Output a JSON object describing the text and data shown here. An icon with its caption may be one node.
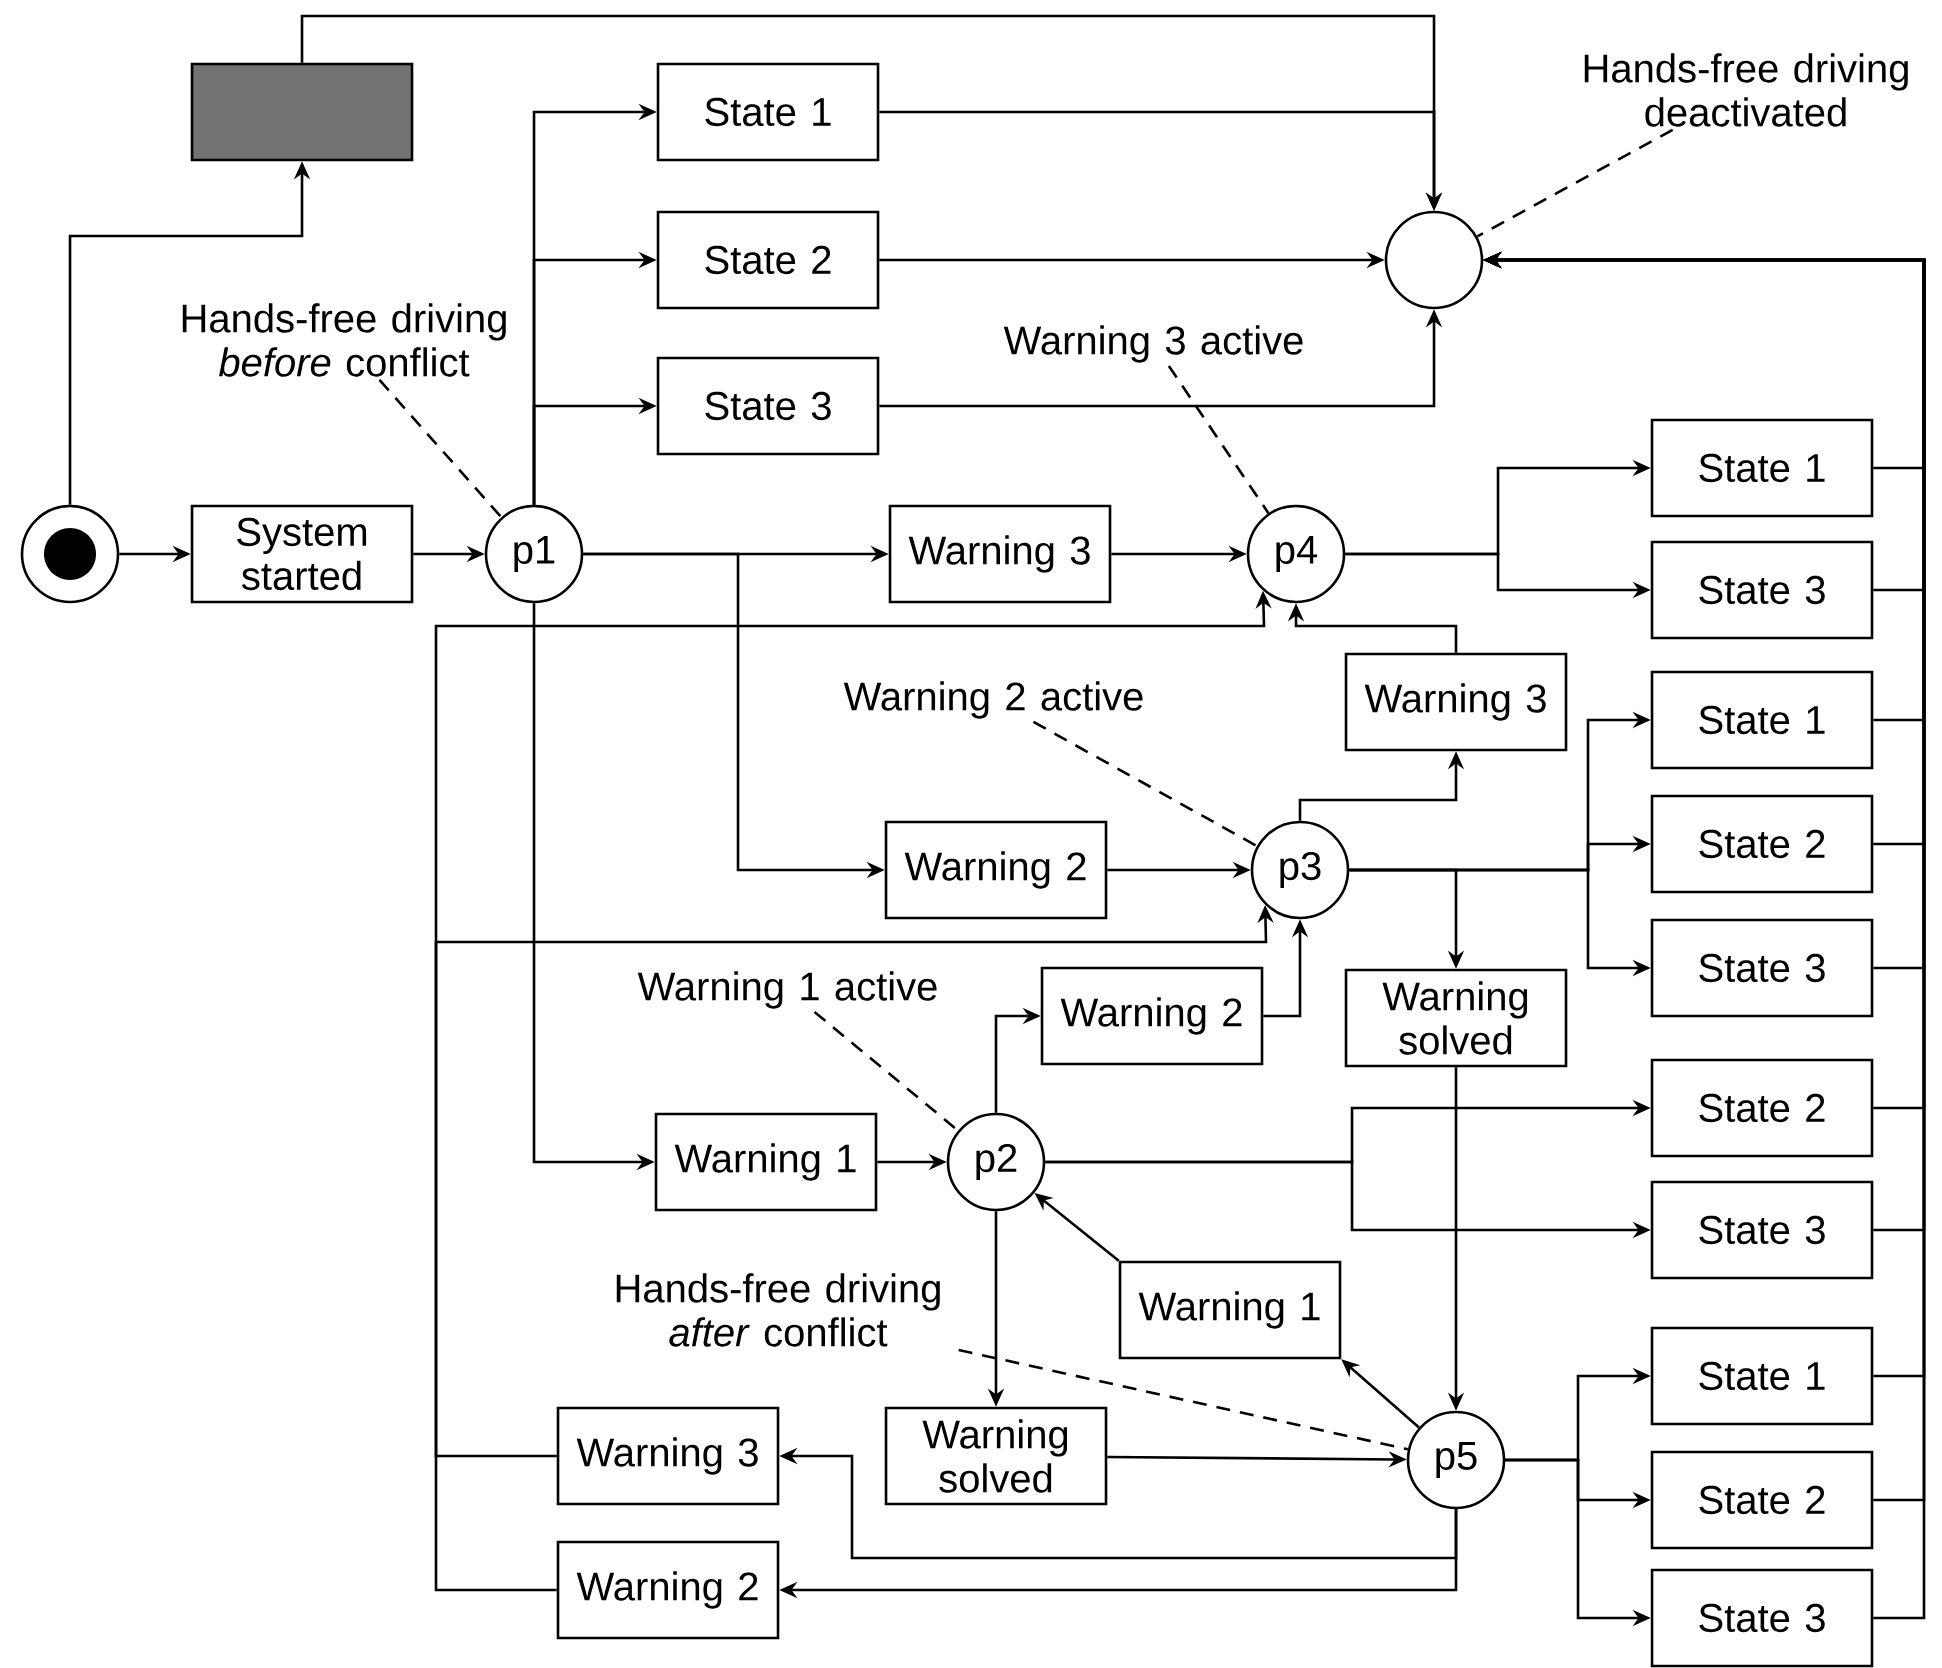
{
  "diagram": {
    "nodes": [
      {
        "text": [],
        "shape": "circle"
      },
      {
        "text": [],
        "shape": "box"
      },
      {
        "text": [
          "System started"
        ]
      },
      {
        "text": [
          "p1"
        ]
      },
      {
        "text": [
          "State 1"
        ]
      },
      {
        "text": [
          "State 2"
        ]
      },
      {
        "text": [
          "State 3"
        ]
      },
      {
        "text": [],
        "shape": "circle"
      },
      {
        "text": [
          "Warning 3"
        ]
      },
      {
        "text": [
          "p4"
        ]
      },
      {
        "text": [
          "State 1"
        ]
      },
      {
        "text": [
          "State 3"
        ]
      },
      {
        "text": [
          "Warning 3"
        ]
      },
      {
        "text": [
          "Warning 2"
        ]
      },
      {
        "text": [
          "p3"
        ]
      },
      {
        "text": [
          "State 1"
        ]
      },
      {
        "text": [
          "State 2"
        ]
      },
      {
        "text": [
          "State 3"
        ]
      },
      {
        "text": [
          "Warning solved"
        ]
      },
      {
        "text": [
          "Warning 2"
        ]
      },
      {
        "text": [
          "Warning 1"
        ]
      },
      {
        "text": [
          "p2"
        ]
      },
      {
        "text": [
          "State 2"
        ]
      },
      {
        "text": [
          "State 3"
        ]
      },
      {
        "text": [
          "Warning 1"
        ]
      },
      {
        "text": [
          "Warning solved"
        ]
      },
      {
        "text": [
          "p5"
        ]
      },
      {
        "text": [
          "State 1"
        ]
      },
      {
        "text": [
          "State 2"
        ]
      },
      {
        "text": [
          "State 3"
        ]
      },
      {
        "text": [
          "Warning 3"
        ]
      },
      {
        "text": [
          "Warning 2"
        ]
      },
      {
        "text": [
          "Hands-free driving *before* conflict"
        ]
      },
      {
        "text": [
          "Hands-free driving deactivated"
        ]
      },
      {
        "text": [
          "Warning 3 active"
        ]
      },
      {
        "text": [
          "Warning 2 active"
        ]
      },
      {
        "text": [
          "Warning 1 active"
        ]
      },
      {
        "text": [
          "Hands-free driving *after* conflict"
        ]
      }
    ],
    "edges": [
      {
        "from": 0,
        "to": 2,
        "arrow": "to"
      },
      {
        "from": 0,
        "to": 1,
        "arrow": "to"
      },
      {
        "from": 1,
        "to": 7,
        "arrow": "to"
      },
      {
        "from": 2,
        "to": 3,
        "arrow": "to"
      },
      {
        "from": 3,
        "to": 4,
        "arrow": "to"
      },
      {
        "from": 3,
        "to": 5,
        "arrow": "to"
      },
      {
        "from": 3,
        "to": 6,
        "arrow": "to"
      },
      {
        "from": 4,
        "to": 7,
        "arrow": "to"
      },
      {
        "from": 5,
        "to": 7,
        "arrow": "to"
      },
      {
        "from": 6,
        "to": 7,
        "arrow": "to"
      },
      {
        "from": 3,
        "to": 8,
        "arrow": "to"
      },
      {
        "from": 3,
        "to": 13,
        "arrow": "to"
      },
      {
        "from": 3,
        "to": 20,
        "arrow": "to"
      },
      {
        "from": 8,
        "to": 9,
        "arrow": "to"
      },
      {
        "from": 9,
        "to": 10,
        "arrow": "to"
      },
      {
        "from": 9,
        "to": 11,
        "arrow": "to"
      },
      {
        "from": 12,
        "to": 9,
        "arrow": "to"
      },
      {
        "from": 13,
        "to": 14,
        "arrow": "to"
      },
      {
        "from": 14,
        "to": 12,
        "arrow": "to"
      },
      {
        "from": 14,
        "to": 15,
        "arrow": "to"
      },
      {
        "from": 14,
        "to": 16,
        "arrow": "to"
      },
      {
        "from": 14,
        "to": 17,
        "arrow": "to"
      },
      {
        "from": 14,
        "to": 18,
        "arrow": "to"
      },
      {
        "from": 18,
        "to": 26,
        "arrow": "to"
      },
      {
        "from": 20,
        "to": 21,
        "arrow": "to"
      },
      {
        "from": 21,
        "to": 19,
        "arrow": "to"
      },
      {
        "from": 19,
        "to": 14,
        "arrow": "to"
      },
      {
        "from": 21,
        "to": 22,
        "arrow": "to"
      },
      {
        "from": 21,
        "to": 23,
        "arrow": "to"
      },
      {
        "from": 21,
        "to": 25,
        "arrow": "to"
      },
      {
        "from": 24,
        "to": 21,
        "arrow": "to"
      },
      {
        "from": 26,
        "to": 24,
        "arrow": "to"
      },
      {
        "from": 25,
        "to": 26,
        "arrow": "to"
      },
      {
        "from": 26,
        "to": 27,
        "arrow": "to"
      },
      {
        "from": 26,
        "to": 28,
        "arrow": "to"
      },
      {
        "from": 26,
        "to": 29,
        "arrow": "to"
      },
      {
        "from": 26,
        "to": 30,
        "arrow": "to"
      },
      {
        "from": 26,
        "to": 31,
        "arrow": "to"
      },
      {
        "from": 30,
        "to": 9,
        "arrow": "to"
      },
      {
        "from": 31,
        "to": 14,
        "arrow": "to"
      },
      {
        "from": 10,
        "to": 7,
        "arrow": "to"
      },
      {
        "from": 11,
        "to": 7,
        "arrow": "to"
      },
      {
        "from": 15,
        "to": 7,
        "arrow": "to"
      },
      {
        "from": 16,
        "to": 7,
        "arrow": "to"
      },
      {
        "from": 17,
        "to": 7,
        "arrow": "to"
      },
      {
        "from": 22,
        "to": 7,
        "arrow": "to"
      },
      {
        "from": 23,
        "to": 7,
        "arrow": "to"
      },
      {
        "from": 27,
        "to": 7,
        "arrow": "to"
      },
      {
        "from": 28,
        "to": 7,
        "arrow": "to"
      },
      {
        "from": 29,
        "to": 7,
        "arrow": "to"
      },
      {
        "from": 32,
        "to": 3,
        "arrow": "none",
        "style": "dashed"
      },
      {
        "from": 33,
        "to": 7,
        "arrow": "none",
        "style": "dashed"
      },
      {
        "from": 34,
        "to": 9,
        "arrow": "none",
        "style": "dashed"
      },
      {
        "from": 35,
        "to": 14,
        "arrow": "none",
        "style": "dashed"
      },
      {
        "from": 36,
        "to": 21,
        "arrow": "none",
        "style": "dashed"
      },
      {
        "from": 37,
        "to": 26,
        "arrow": "none",
        "style": "dashed"
      }
    ]
  }
}
